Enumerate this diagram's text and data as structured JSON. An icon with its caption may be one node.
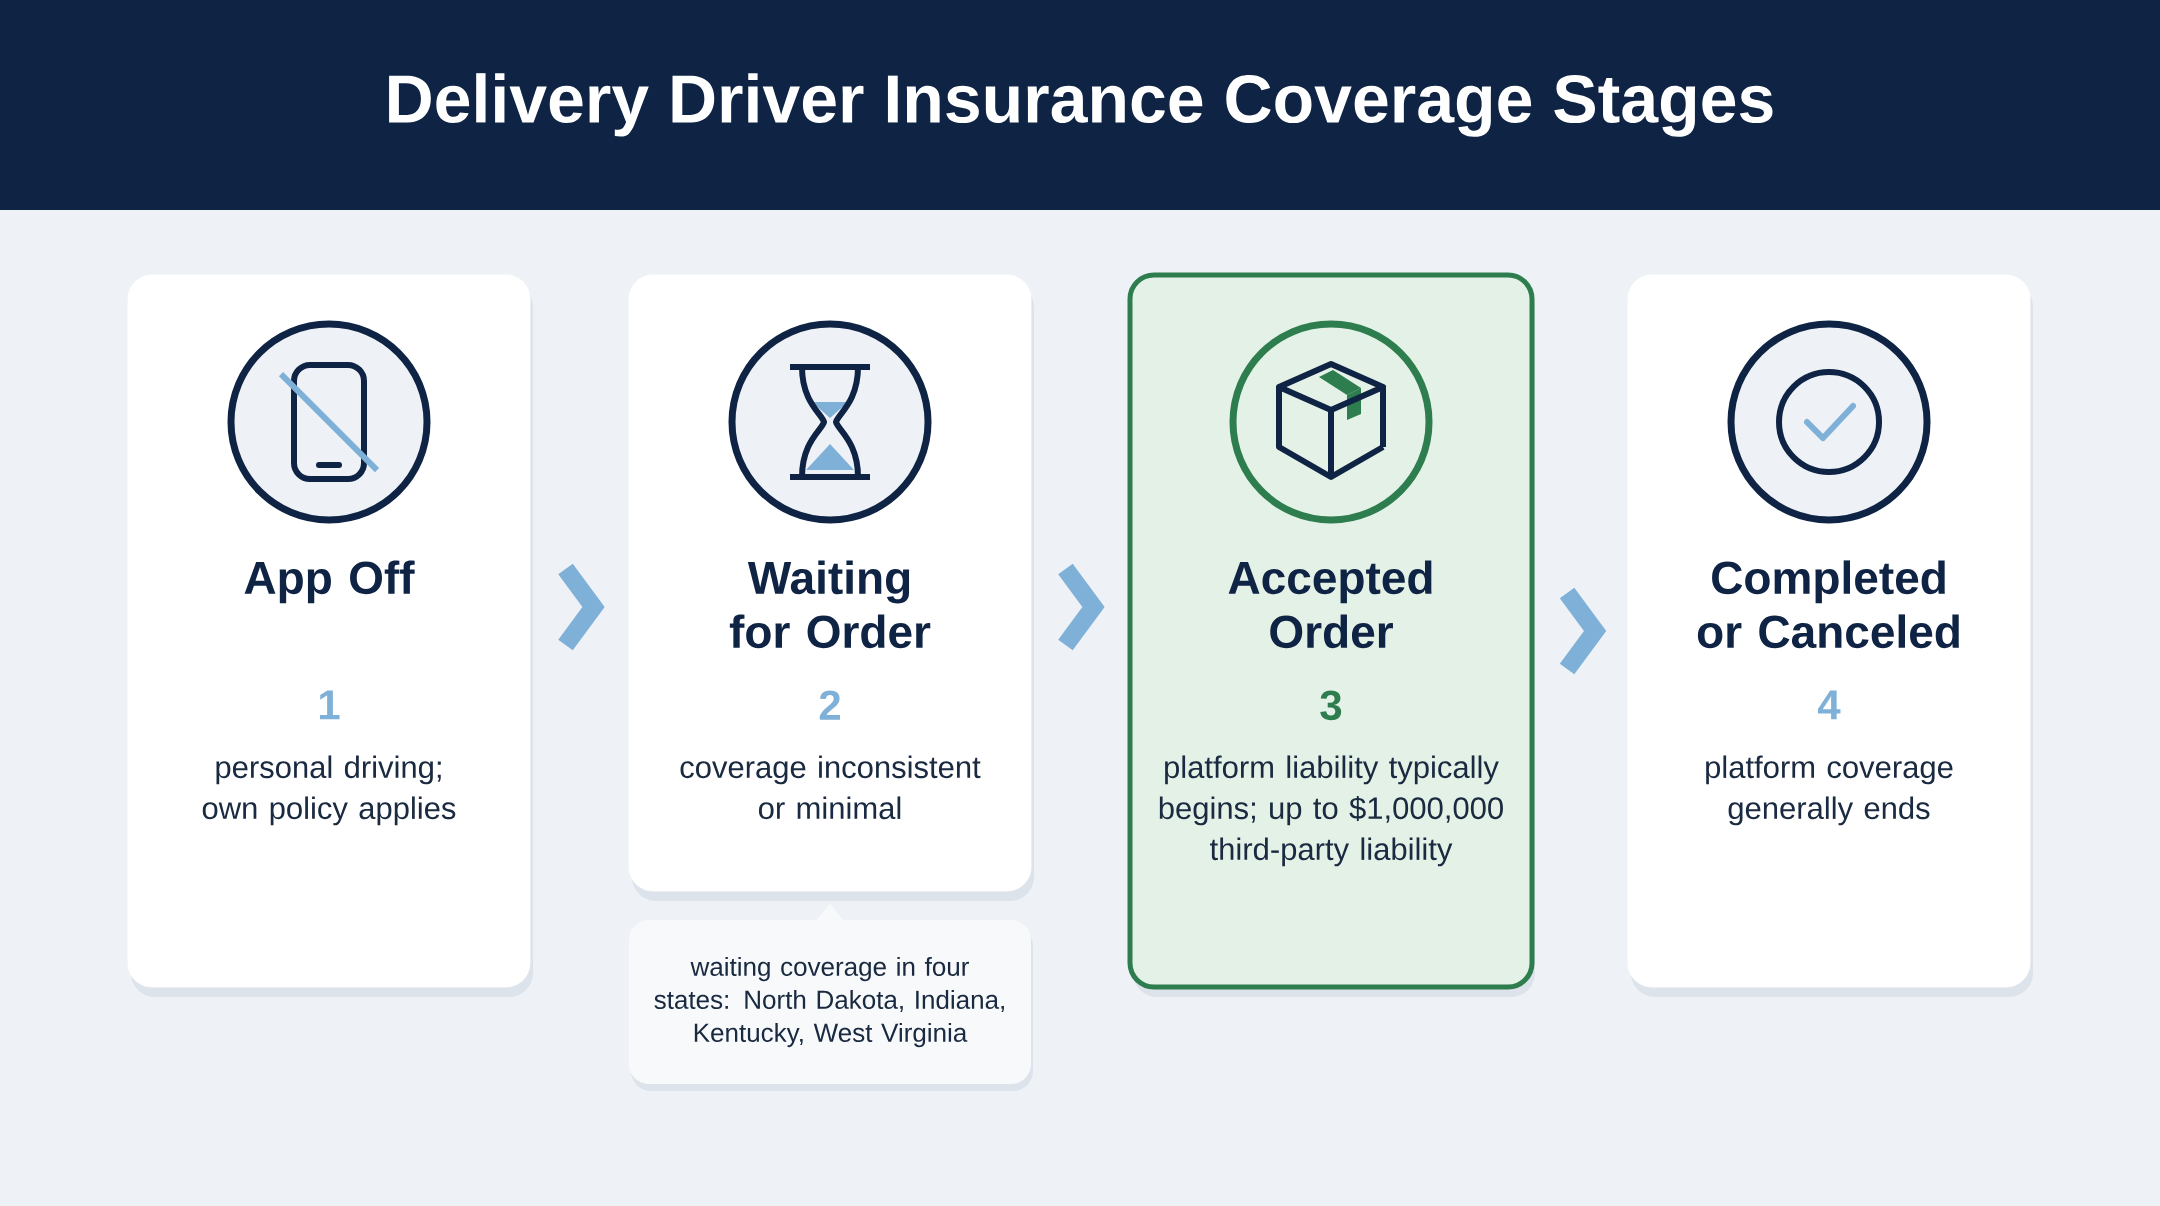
{
  "diagram": {
    "title": "Delivery Driver Insurance Coverage Stages",
    "nodes": [
      {
        "text": [
          "App Off",
          "1",
          "personal driving; own policy applies"
        ]
      },
      {
        "text": [
          "Waiting for Order",
          "2",
          "coverage inconsistent or minimal"
        ]
      },
      {
        "text": [
          "Accepted Order",
          "3",
          "platform liability typically begins; up to $1,000,000 third-party liability"
        ]
      },
      {
        "text": [
          "Completed or Canceled",
          "4",
          "platform coverage generally ends"
        ]
      },
      {
        "text": [
          "waiting coverage in four states: North Dakota, Indiana, Kentucky, West Virginia"
        ]
      }
    ],
    "edges": [
      {
        "from": 0,
        "to": 1,
        "arrow": "to"
      },
      {
        "from": 1,
        "to": 2,
        "arrow": "to"
      },
      {
        "from": 2,
        "to": 3,
        "arrow": "to"
      }
    ]
  }
}
